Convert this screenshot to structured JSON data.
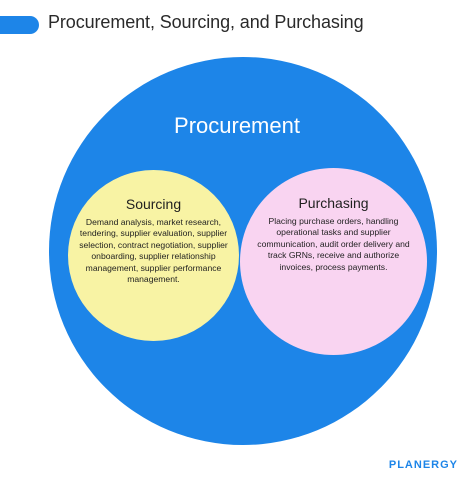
{
  "header": {
    "title": "Procurement, Sourcing, and Purchasing"
  },
  "diagram": {
    "outer_label": "Procurement",
    "sourcing": {
      "title": "Sourcing",
      "description": "Demand analysis, market research, tendering, supplier evaluation, supplier selection, contract negotiation, supplier onboarding, supplier relationship management, supplier performance management."
    },
    "purchasing": {
      "title": "Purchasing",
      "description": "Placing purchase orders, handling operational tasks and supplier communication, audit order delivery and track GRNs, receive and authorize invoices, process payments."
    }
  },
  "brand": {
    "name": "PLANERGY"
  },
  "colors": {
    "accent_blue": "#1d85e8",
    "sourcing_yellow": "#f8f3a4",
    "purchasing_pink": "#f9d4f1"
  }
}
